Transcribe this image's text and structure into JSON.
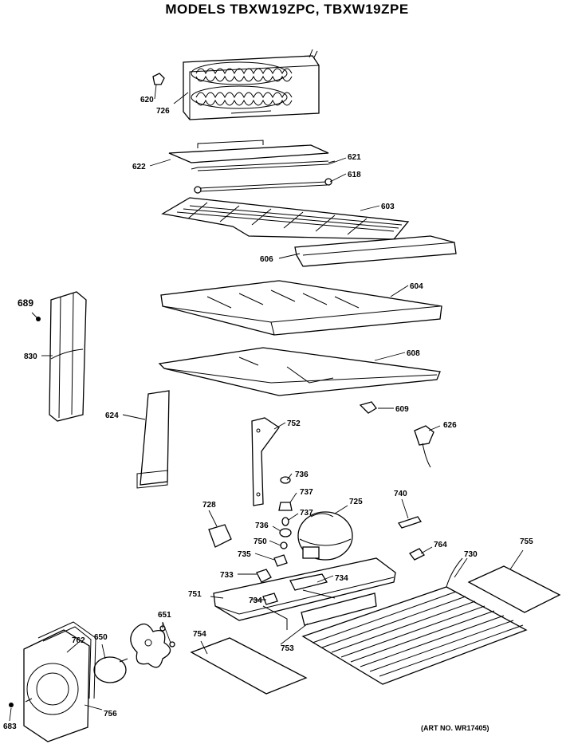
{
  "title": "MODELS TBXW19ZPC, TBXW19ZPE",
  "art_number": "(ART NO. WR17405)",
  "parts": [
    {
      "label": "620"
    },
    {
      "label": "726"
    },
    {
      "label": "622"
    },
    {
      "label": "621"
    },
    {
      "label": "618"
    },
    {
      "label": "603"
    },
    {
      "label": "606"
    },
    {
      "label": "604"
    },
    {
      "label": "689"
    },
    {
      "label": "830"
    },
    {
      "label": "608"
    },
    {
      "label": "609"
    },
    {
      "label": "624"
    },
    {
      "label": "752"
    },
    {
      "label": "626"
    },
    {
      "label": "736"
    },
    {
      "label": "737"
    },
    {
      "label": "728"
    },
    {
      "label": "737"
    },
    {
      "label": "725"
    },
    {
      "label": "740"
    },
    {
      "label": "736"
    },
    {
      "label": "750"
    },
    {
      "label": "735"
    },
    {
      "label": "764"
    },
    {
      "label": "730"
    },
    {
      "label": "755"
    },
    {
      "label": "733"
    },
    {
      "label": "734"
    },
    {
      "label": "751"
    },
    {
      "label": "734"
    },
    {
      "label": "651"
    },
    {
      "label": "762"
    },
    {
      "label": "650"
    },
    {
      "label": "754"
    },
    {
      "label": "753"
    },
    {
      "label": "756"
    },
    {
      "label": "683"
    }
  ]
}
